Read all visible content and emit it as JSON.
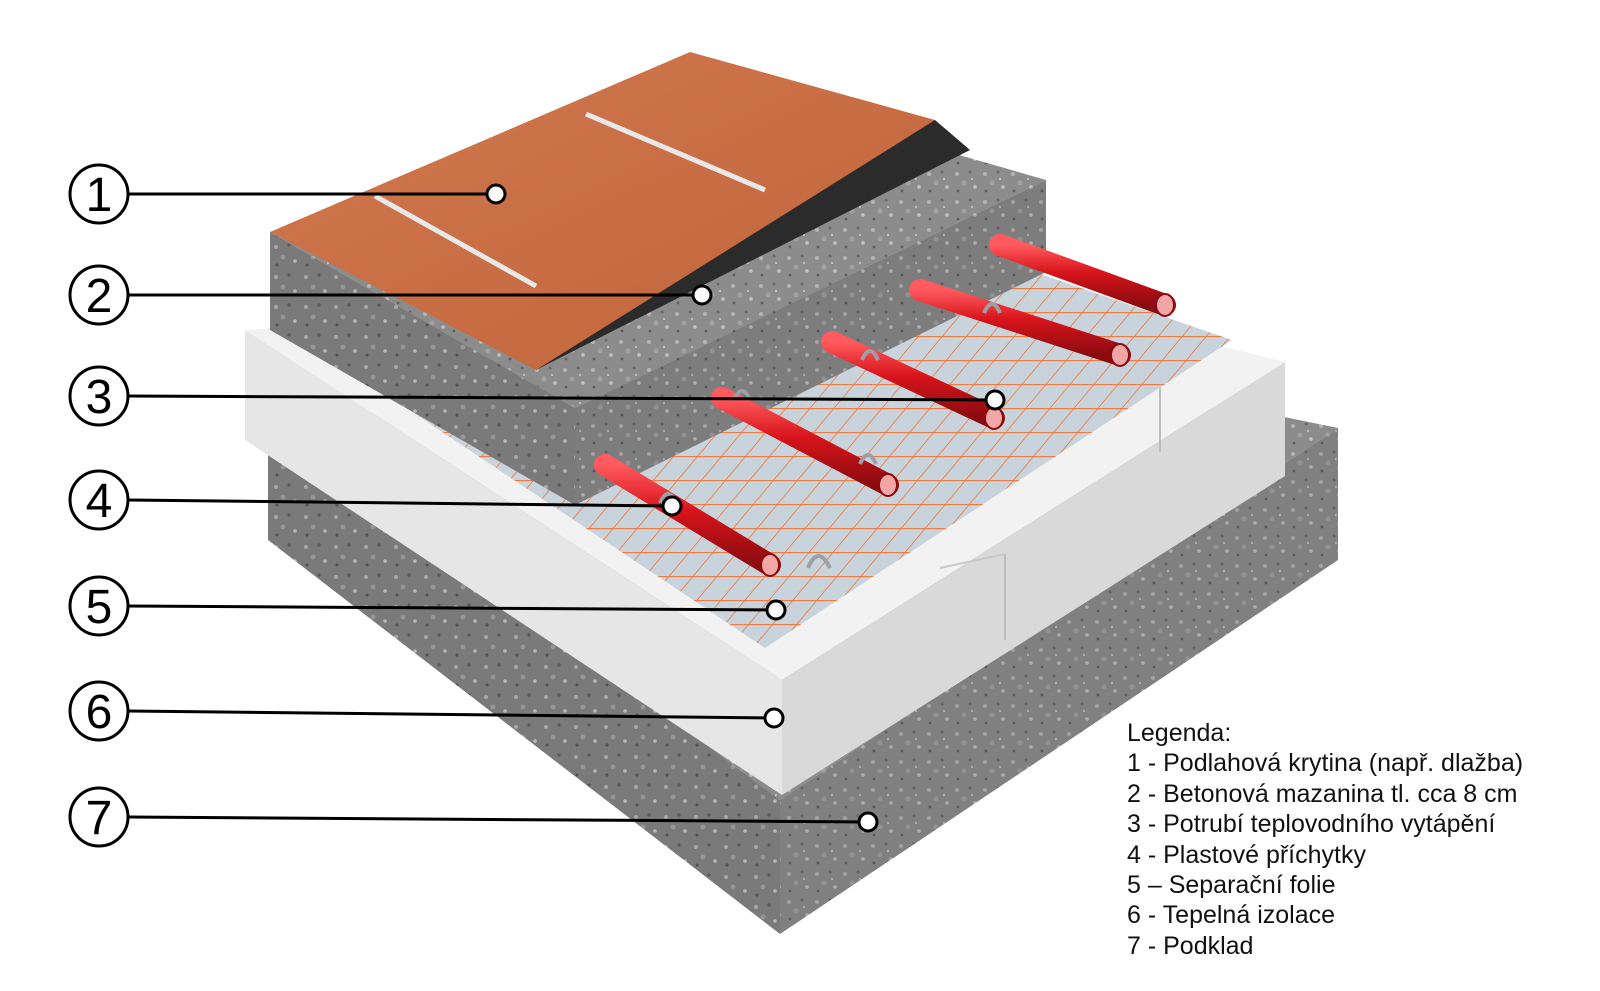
{
  "callouts": [
    {
      "number": "1",
      "label": "Podlahová krytina (např. dlažba)"
    },
    {
      "number": "2",
      "label": "Betonová mazanina tl. cca 8 cm"
    },
    {
      "number": "3",
      "label": "Potrubí teplovodního vytápění"
    },
    {
      "number": "4",
      "label": "Plastové příchytky"
    },
    {
      "number": "5",
      "label": "Separační folie"
    },
    {
      "number": "6",
      "label": "Tepelná izolace"
    },
    {
      "number": "7",
      "label": "Podklad"
    }
  ],
  "legend": {
    "title": "Legenda:",
    "items": [
      "1 - Podlahová krytina (např. dlažba)",
      "2 - Betonová mazanina tl. cca 8 cm",
      "3 - Potrubí teplovodního vytápění",
      "4 - Plastové příchytky",
      "5 – Separační folie",
      "6 - Tepelná izolace",
      "7 - Podklad"
    ]
  },
  "colors": {
    "tile": "#c86d44",
    "tile_joint": "#e8e8e8",
    "membrane": "#2b2b2b",
    "concrete": "#8b8b8b",
    "insulation": "#ececec",
    "foil": "#c9d3dc",
    "grid": "#f07030",
    "pipe": "#d8141b",
    "clip": "#9aa0a6"
  }
}
